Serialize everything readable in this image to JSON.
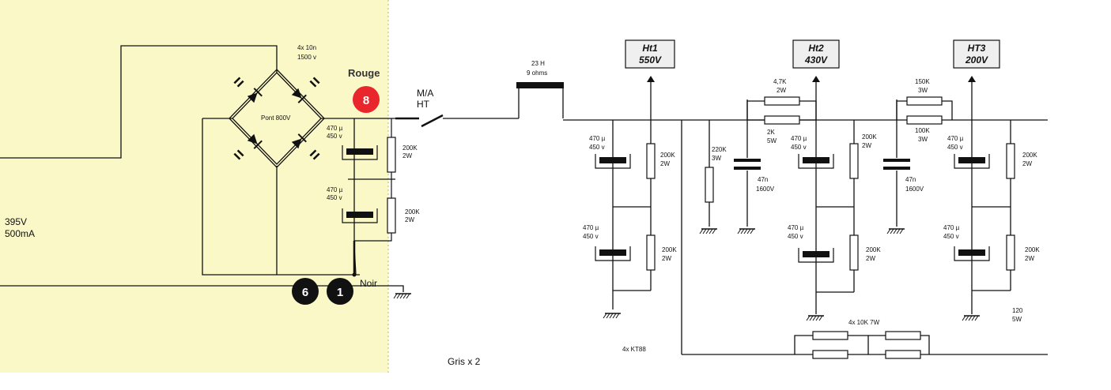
{
  "left_panel": {
    "voltage": "395V",
    "current": "500mA",
    "caps_line1": "4x 10n",
    "caps_line2": "1500 v",
    "bridge_label": "Pont 800V",
    "rouge_label": "Rouge",
    "noir_label": "Noir",
    "badge_red": "8",
    "badge_6": "6",
    "badge_1": "1",
    "colors": {
      "panel_bg": "#fbf8c8",
      "badge_red": "#e8262b",
      "badge_black": "#111111"
    }
  },
  "switch": {
    "line1": "M/A",
    "line2": "HT"
  },
  "choke": {
    "line1": "23 H",
    "line2": "9 ohms"
  },
  "labels": {
    "cap_470": "470 µ",
    "cap_450": "450 v",
    "r200k": "200K",
    "w2": "2W",
    "r220k": "220K",
    "w3": "3W",
    "c47n": "47n",
    "v1600": "1600V",
    "r4k7": "4,7K",
    "r2k": "2K",
    "w5": "5W",
    "r150k": "150K",
    "r100k": "100K",
    "r120": "120",
    "kt88": "4x KT88",
    "r10k": "4x 10K 7W",
    "gris": "Gris x 2"
  },
  "outputs": {
    "ht1": {
      "name": "Ht1",
      "voltage": "550V"
    },
    "ht2": {
      "name": "Ht2",
      "voltage": "430V"
    },
    "ht3": {
      "name": "HT3",
      "voltage": "200V"
    }
  }
}
